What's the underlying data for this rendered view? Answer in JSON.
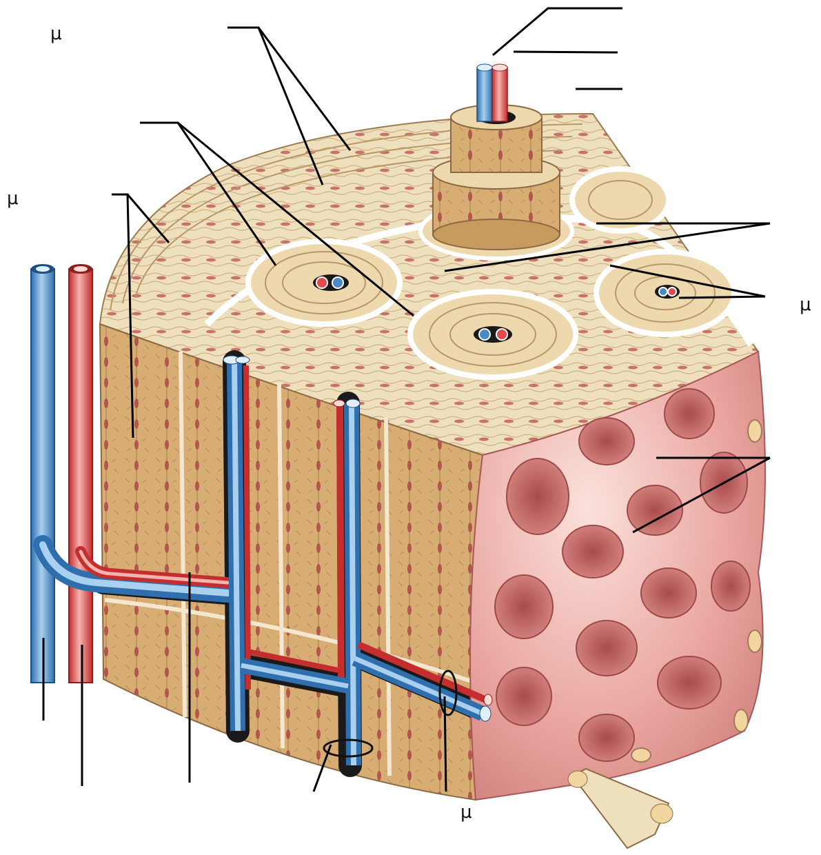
{
  "labels": {
    "top_left": "μ",
    "left_mid": "μ",
    "right_mid": "μ",
    "bottom": "μ"
  },
  "colors": {
    "bone_light": "#efe0bd",
    "bone_mid": "#d9b27a",
    "bone_dark": "#c79a5e",
    "lacuna": "#b2574d",
    "line": "#8a6a44",
    "vein": "#4a8ac4",
    "vein_light": "#a9d0ee",
    "artery": "#e24b4b",
    "artery_light": "#f6b2ae",
    "spongy": "#e9a5a0",
    "spongy_dark": "#b55a5a",
    "spongy_light": "#f7d3cf",
    "canal_dark": "#1a1a1a"
  }
}
